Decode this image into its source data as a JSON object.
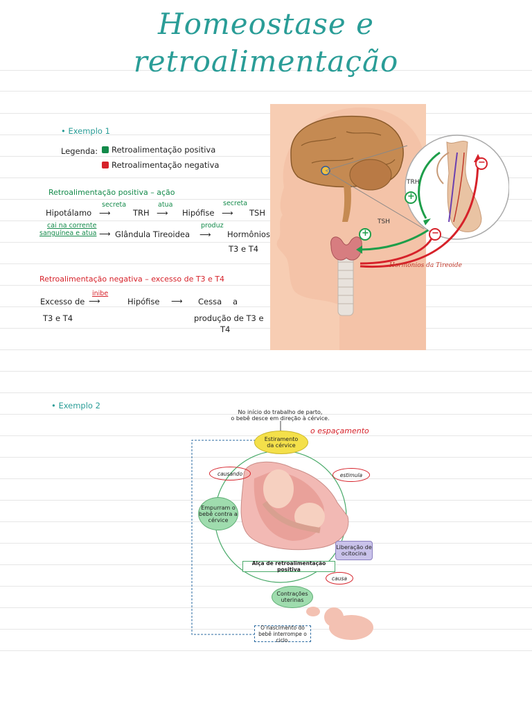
{
  "title": {
    "line1": "Homeostase e",
    "line2": "retroalimentação"
  },
  "example1": {
    "heading": "• Exemplo 1",
    "legend_label": "Legenda:",
    "legend_positive": "Retroalimentação positiva",
    "legend_negative": "Retroalimentação negativa",
    "legend_positive_color": "#138a4a",
    "legend_negative_color": "#d6222a",
    "positive_heading": "Retroalimentação positiva – ação",
    "pos_line1": {
      "hipotalamo": "Hipotálamo",
      "secreta1": "secreta",
      "trh": "TRH",
      "atua": "atua",
      "hipofise": "Hipófise",
      "secreta2": "secreta",
      "tsh": "TSH"
    },
    "pos_line2": {
      "cai": "cai na corrente",
      "sanguinea": "sanguínea e atua",
      "glandula": "Glândula Tireoidea",
      "produz": "produz",
      "hormonios": "Hormônios",
      "t3t4": "T3 e T4"
    },
    "negative_heading": "Retroalimentação negativa – excesso de T3 e T4",
    "neg_line": {
      "excesso": "Excesso de",
      "inibe": "inibe",
      "hipofise": "Hipófise",
      "cessa": "Cessa",
      "a": "a",
      "t3t4": "T3 e T4",
      "producao": "produção de T3 e",
      "t4": "T4"
    }
  },
  "figure1": {
    "trh": "TRH",
    "tsh": "TSH",
    "hormonios": "Hormônios da Tireoide",
    "plus": "+",
    "minus": "−"
  },
  "example2": {
    "heading": "• Exemplo 2",
    "top_note_line1": "No início do trabalho de parto,",
    "top_note_line2": "o bebê desce em direção à cérvice.",
    "estiramento": "Estiramento",
    "da_cervice": "da cérvice",
    "espacamento": "o espaçamento",
    "causando": "causando",
    "estimula": "estimula",
    "empurram": "Empurram o bebê contra a cérvice",
    "liberacao": "Liberação de ocitocina",
    "alca": "Alça de retroalimentação positiva",
    "causa": "causa",
    "contracoes": "Contrações uterinas",
    "nascimento": "O nascimento do bebê interrompe o ciclo."
  }
}
